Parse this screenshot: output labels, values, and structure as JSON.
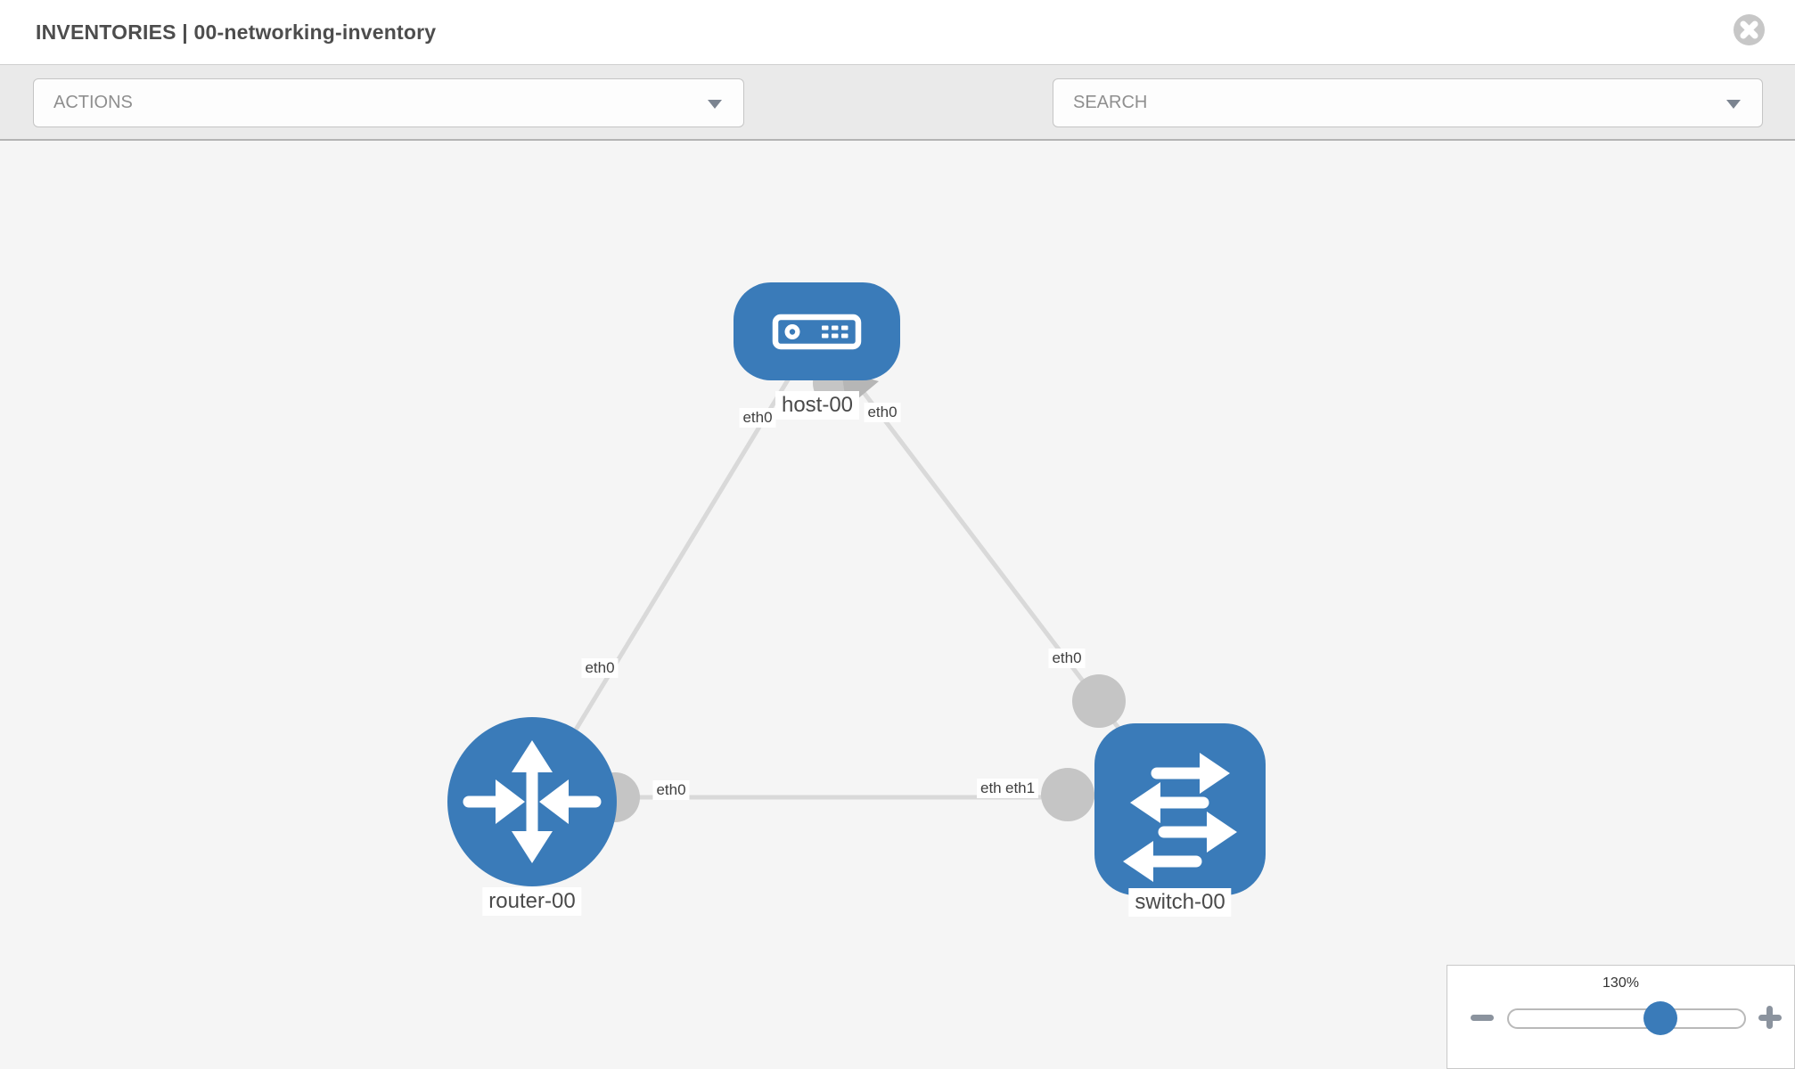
{
  "header": {
    "title": "INVENTORIES | 00-networking-inventory"
  },
  "toolbar": {
    "actions_label": "ACTIONS",
    "search_placeholder": "SEARCH"
  },
  "topology": {
    "nodes": [
      {
        "id": "host-00",
        "type": "host",
        "label": "host-00"
      },
      {
        "id": "router-00",
        "type": "router",
        "label": "router-00"
      },
      {
        "id": "switch-00",
        "type": "switch",
        "label": "switch-00"
      }
    ],
    "links": [
      {
        "from": "router-00",
        "to": "host-00",
        "from_interface": "eth0",
        "to_interface": "eth0"
      },
      {
        "from": "host-00",
        "to": "switch-00",
        "from_interface": "eth0",
        "to_interface": "eth0"
      },
      {
        "from": "router-00",
        "to": "switch-00",
        "from_interface": "eth0",
        "to_interface": "eth1",
        "to_interface_overlapped": "eth0"
      }
    ]
  },
  "zoom_control": {
    "level": "130%"
  },
  "colors": {
    "node_blue": "#3a7bb9",
    "link_gray": "#d9d9d9",
    "interface_gray": "#c5c5c5",
    "toolbar_bg": "#eaeaea",
    "canvas_bg": "#f5f5f5"
  },
  "icons": [
    "close-icon",
    "chevron-down-icon",
    "wrench-icon",
    "key-icon",
    "host-icon",
    "router-icon",
    "switch-icon",
    "minus-icon",
    "plus-icon"
  ]
}
